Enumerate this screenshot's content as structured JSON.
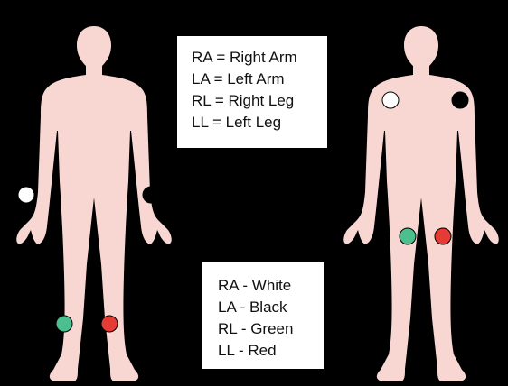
{
  "colors": {
    "background": "#000000",
    "skin": "#f8d7d3",
    "box": "#ffffff",
    "text": "#111111",
    "electrode_white": "#ffffff",
    "electrode_black": "#000000",
    "electrode_green": "#4cbf8e",
    "electrode_red": "#e53b35"
  },
  "abbreviations": [
    "RA = Right Arm",
    "LA = Left Arm",
    "RL = Right Leg",
    "LL = Left Leg"
  ],
  "color_key": [
    "RA - White",
    "LA - Black",
    "RL - Green",
    "LL - Red"
  ],
  "figures": [
    {
      "name": "limb-lead-placement",
      "electrodes": [
        {
          "lead": "RA",
          "color": "white"
        },
        {
          "lead": "LA",
          "color": "black"
        },
        {
          "lead": "RL",
          "color": "green"
        },
        {
          "lead": "LL",
          "color": "red"
        }
      ]
    },
    {
      "name": "torso-lead-placement",
      "electrodes": [
        {
          "lead": "RA",
          "color": "white"
        },
        {
          "lead": "LA",
          "color": "black"
        },
        {
          "lead": "RL",
          "color": "green"
        },
        {
          "lead": "LL",
          "color": "red"
        }
      ]
    }
  ]
}
